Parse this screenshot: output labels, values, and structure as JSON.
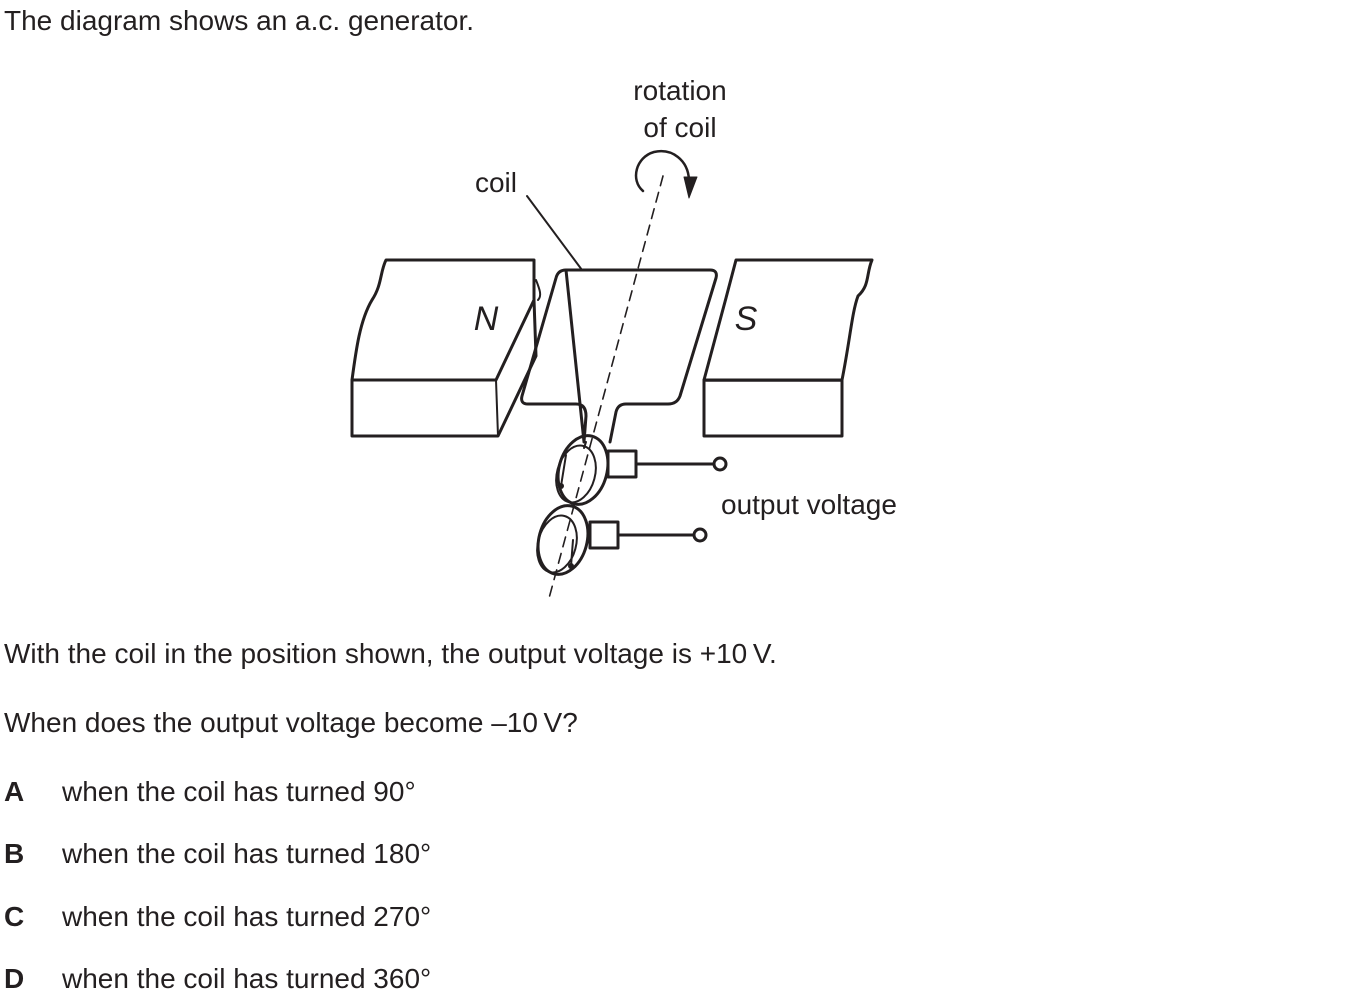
{
  "question": {
    "intro": "The diagram shows an a.c. generator.",
    "statement": "With the coil in the position shown, the output voltage is +10 V.",
    "prompt": "When does the output voltage become –10 V?"
  },
  "diagram": {
    "rotation_label_line1": "rotation",
    "rotation_label_line2": "of coil",
    "coil_label": "coil",
    "north_pole_label": "N",
    "south_pole_label": "S",
    "output_label": "output voltage"
  },
  "options": [
    {
      "letter": "A",
      "text": "when the coil has turned 90°"
    },
    {
      "letter": "B",
      "text": "when the coil has turned 180°"
    },
    {
      "letter": "C",
      "text": "when the coil has turned 270°"
    },
    {
      "letter": "D",
      "text": "when the coil has turned 360°"
    }
  ]
}
